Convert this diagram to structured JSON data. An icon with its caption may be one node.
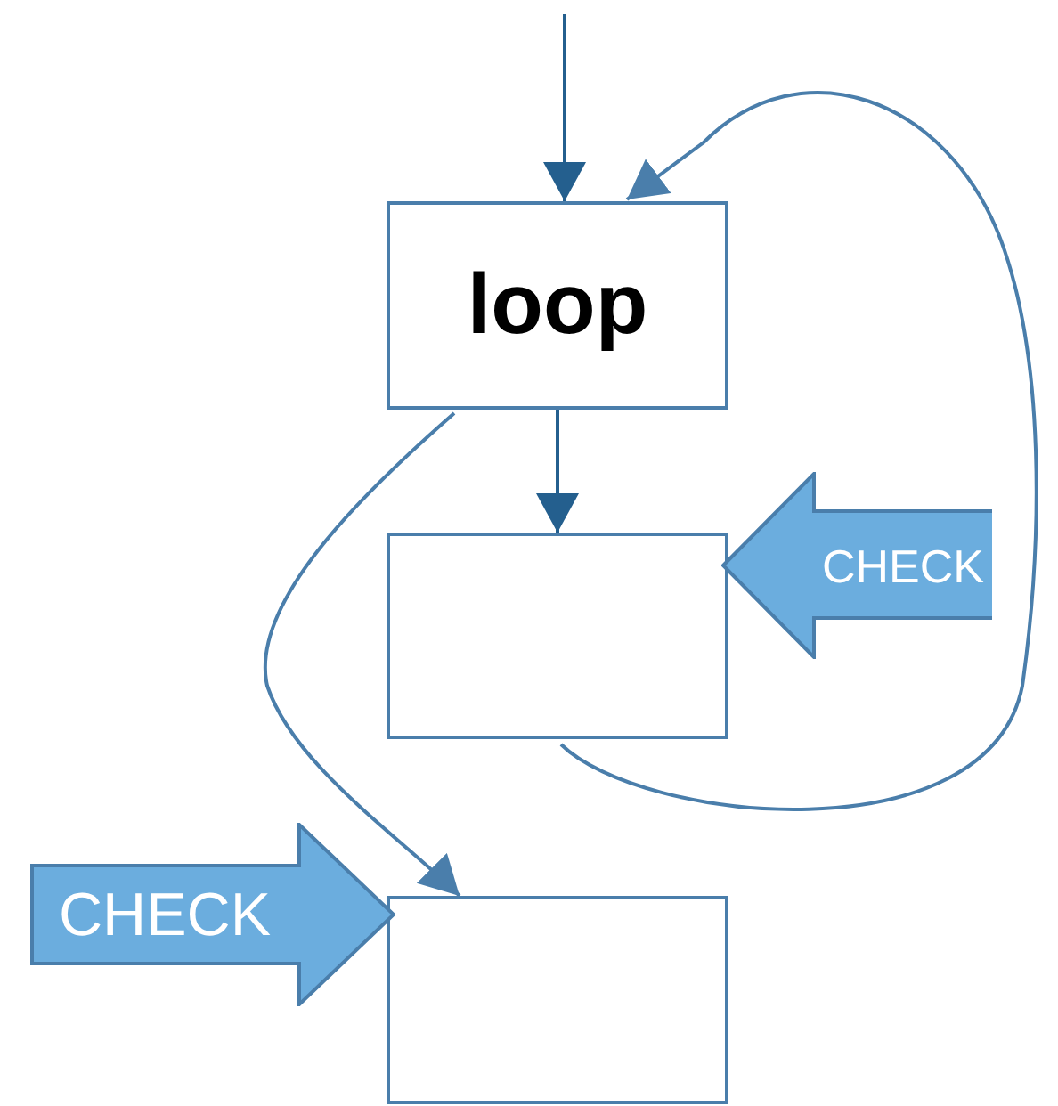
{
  "diagram": {
    "nodes": [
      {
        "text": [
          "loop"
        ]
      },
      {
        "text": [],
        "shape": "box"
      },
      {
        "text": [],
        "shape": "box"
      },
      {
        "text": [
          "CHECK"
        ]
      },
      {
        "text": [
          "CHECK"
        ]
      }
    ],
    "edges": [
      {
        "from": null,
        "to": 0,
        "arrow": "to"
      },
      {
        "from": 0,
        "to": 1,
        "arrow": "to"
      },
      {
        "from": 1,
        "to": 0,
        "arrow": "to",
        "color": "#4a7eab"
      },
      {
        "from": 0,
        "to": 2,
        "arrow": "to",
        "color": "#4a7eab"
      }
    ]
  }
}
